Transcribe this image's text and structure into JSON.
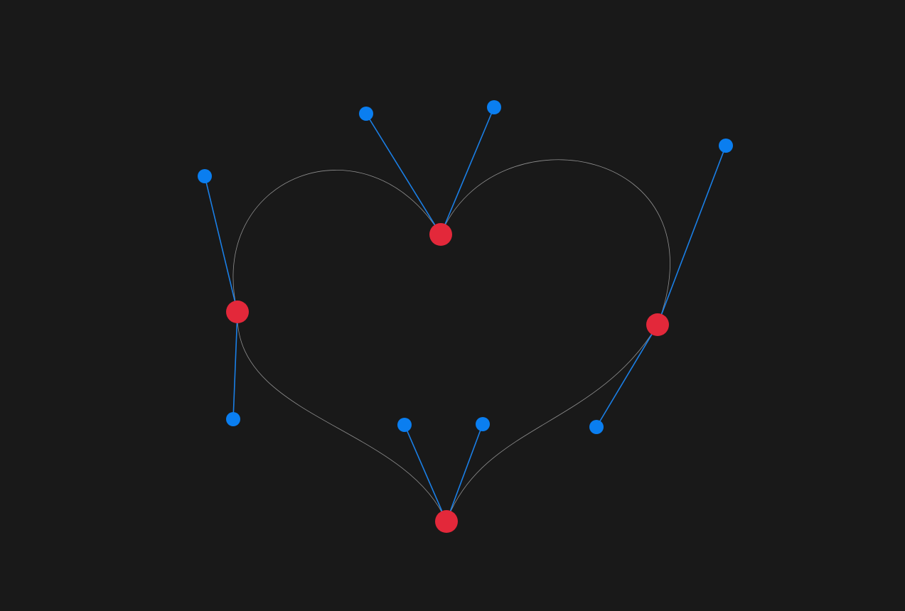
{
  "colors": {
    "background": "#191919",
    "curve": "#8f8f8f",
    "handle_line": "#1a7fe6",
    "handle_point": "#0a7ef0",
    "anchor_point": "#e3283a"
  },
  "shape": "heart",
  "anchor_count": 4,
  "handle_count": 8
}
